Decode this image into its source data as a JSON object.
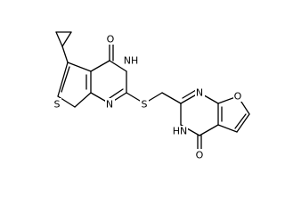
{
  "molecule": {
    "atoms": [
      {
        "id": "O1",
        "label": "O"
      },
      {
        "id": "NH1",
        "label": "NH"
      },
      {
        "id": "S_thio",
        "label": "S"
      },
      {
        "id": "N1",
        "label": "N"
      },
      {
        "id": "S_link",
        "label": "S"
      },
      {
        "id": "N2",
        "label": "N"
      },
      {
        "id": "O_furan",
        "label": "O"
      },
      {
        "id": "NH2",
        "label": "HN"
      },
      {
        "id": "O2",
        "label": "O"
      }
    ]
  },
  "colors": {
    "bond": "#000000",
    "background": "#ffffff",
    "text": "#000000"
  }
}
